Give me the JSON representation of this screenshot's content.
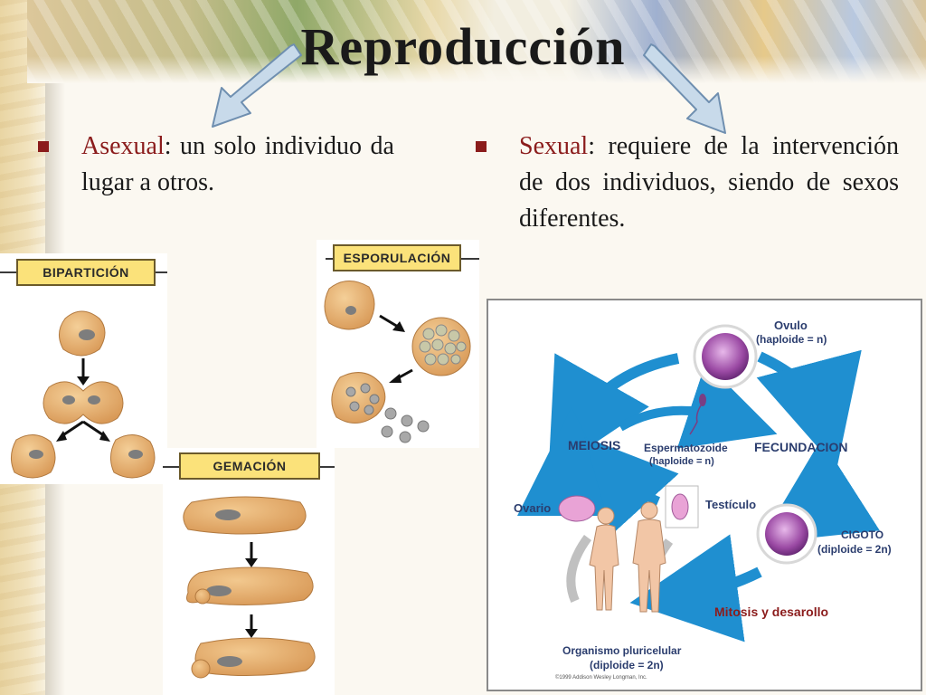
{
  "title": "Reproducción",
  "asexual": {
    "keyword": "Asexual",
    "text": ": un solo individuo da lugar a otros."
  },
  "sexual": {
    "keyword": "Sexual",
    "text": ": requiere de la intervención de dos individuos, siendo de sexos diferentes."
  },
  "asexual_figures": {
    "biparticion": "BIPARTICIÓN",
    "esporulacion": "ESPORULACIÓN",
    "gemacion": "GEMACIÓN"
  },
  "life_cycle": {
    "ovulo": "Ovulo",
    "ovulo_ploidy": "(haploide = n)",
    "meiosis": "MEIOSIS",
    "espermatozoide": "Espermatozoide",
    "espermatozoide_ploidy": "(haploide = n)",
    "fecundacion": "FECUNDACION",
    "ovario": "Ovario",
    "testiculo": "Testículo",
    "cigoto": "CIGOTO",
    "cigoto_ploidy": "(diploide = 2n)",
    "mitosis": "Mitosis y desarollo",
    "organismo": "Organismo pluricelular",
    "organismo_ploidy": "(diploide = 2n)",
    "copyright": "©1999 Addison Wesley Longman, Inc."
  },
  "colors": {
    "accent": "#8b1c1c",
    "label_fill": "#fbe27a",
    "cycle_arrow": "#1f8fd0",
    "cell": "#e2aa6a"
  }
}
